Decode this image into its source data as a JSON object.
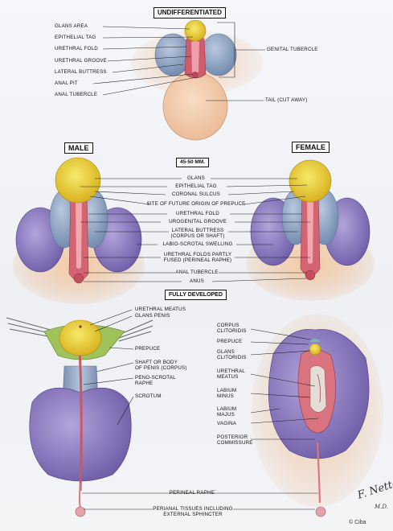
{
  "headings": {
    "undifferentiated": "UNDIFFERENTIATED",
    "male": "MALE",
    "female": "FEMALE",
    "stage": "45-50 MM.",
    "fully_developed": "FULLY DEVELOPED"
  },
  "undifferentiated_labels": {
    "glans_area": "GLANS AREA",
    "epithelial_tag": "EPITHELIAL TAG",
    "urethral_fold": "URETHRAL FOLD",
    "urethral_groove": "URETHRAL GROOVE",
    "lateral_buttress": "LATERAL BUTTRESS",
    "anal_pit": "ANAL PIT",
    "anal_tubercle": "ANAL TUBERCLE",
    "genital_tubercle": "GENITAL TUBERCLE",
    "tail": "TAIL (CUT AWAY)"
  },
  "mid_labels": {
    "glans": "GLANS",
    "epithelial_tag": "EPITHELIAL TAG",
    "coronal_sulcus": "CORONAL  SULCUS",
    "prepuce_site": "SITE OF FUTURE ORIGIN OF PREPUCE",
    "urethral_fold": "URETHRAL FOLD",
    "urogenital_groove": "UROGENITAL  GROOVE",
    "lateral_buttress_1": "LATERAL BUTTRESS",
    "lateral_buttress_2": "(CORPUS OR SHAFT)",
    "labioscrotal": "LABIO-SCROTAL SWELLING",
    "folds_fused_1": "URETHRAL FOLDS PARTLY",
    "folds_fused_2": "FUSED (PERINEAL RAPHE)",
    "anal_tubercle": "ANAL TUBERCLE",
    "anus": "ANUS"
  },
  "male_labels": {
    "urethral_meatus": "URETHRAL MEATUS",
    "glans_penis": "GLANS PENIS",
    "prepuce": "PREPUCE",
    "shaft_1": "SHAFT OR BODY",
    "shaft_2": "OF PENIS (CORPUS)",
    "penoscrotal_1": "PENO-SCROTAL",
    "penoscrotal_2": "RAPHE",
    "scrotum": "SCROTUM"
  },
  "female_labels": {
    "corpus_clitoridis_1": "CORPUS",
    "corpus_clitoridis_2": "CLITORIDIS",
    "prepuce": "PREPUCE",
    "glans_clitoridis_1": "GLANS",
    "glans_clitoridis_2": "CLITORIDIS",
    "urethral_meatus_1": "URETHRAL",
    "urethral_meatus_2": "MEATUS",
    "labium_minus_1": "LABIUM",
    "labium_minus_2": "MINUS",
    "labium_majus_1": "LABIUM",
    "labium_majus_2": "MAJUS",
    "vagina": "VAGINA",
    "posterior_commissure_1": "POSTERIOR",
    "posterior_commissure_2": "COMMISSURE"
  },
  "bottom_labels": {
    "perineal_raphe": "PERINEAL  RAPHE´",
    "perianal_1": "PERIANAL TISSUES INCLUDING",
    "perianal_2": "EXTERNAL  SPHINCTER"
  },
  "signature": "F. Netter",
  "signature_suffix": "M.D.",
  "credit": "© Ciba",
  "colors": {
    "glans_yellow": "#e8d23a",
    "blue_gray": "#8ea6c8",
    "purple": "#8f7cc0",
    "pink": "#d9767e",
    "skin": "#eebf93",
    "background": "#f2f3f6"
  }
}
